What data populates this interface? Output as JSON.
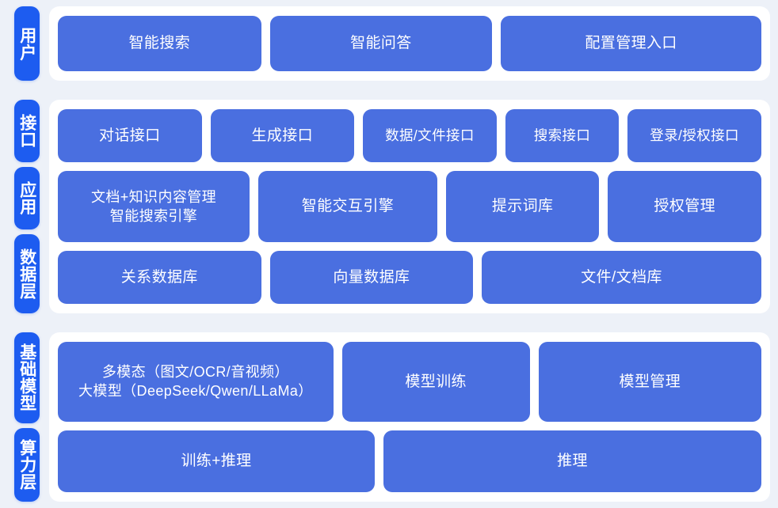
{
  "theme": {
    "background": "#edf1f8",
    "panel_background": "#ffffff",
    "rail_pill_color": "#1d5cf0",
    "box_color": "#4a6fe0",
    "text_color": "#ffffff"
  },
  "sections": [
    {
      "id": "user-section",
      "rails": [
        {
          "id": "rail-user",
          "label": "用户"
        }
      ],
      "rows": [
        {
          "id": "user-row",
          "boxes": [
            {
              "id": "box-smart-search",
              "label": "智能搜索"
            },
            {
              "id": "box-smart-qa",
              "label": "智能问答"
            },
            {
              "id": "box-config-admin-entry",
              "label": "配置管理入口"
            }
          ]
        }
      ]
    },
    {
      "id": "platform-section",
      "rails": [
        {
          "id": "rail-interface",
          "label": "接口"
        },
        {
          "id": "rail-application",
          "label": "应用"
        },
        {
          "id": "rail-data-layer",
          "label": "数据层"
        }
      ],
      "rows": [
        {
          "id": "interface-row",
          "boxes": [
            {
              "id": "box-dialog-api",
              "label": "对话接口"
            },
            {
              "id": "box-generation-api",
              "label": "生成接口"
            },
            {
              "id": "box-data-file-api",
              "label": "数据/文件接口"
            },
            {
              "id": "box-search-api",
              "label": "搜索接口"
            },
            {
              "id": "box-login-auth-api",
              "label": "登录/授权接口"
            }
          ]
        },
        {
          "id": "application-row",
          "boxes": [
            {
              "id": "box-doc-knowledge-mgmt",
              "lines": [
                "文档+知识内容管理",
                "智能搜索引擎"
              ]
            },
            {
              "id": "box-interaction-engine",
              "label": "智能交互引擎"
            },
            {
              "id": "box-prompt-library",
              "label": "提示词库"
            },
            {
              "id": "box-auth-management",
              "label": "授权管理"
            }
          ]
        },
        {
          "id": "data-layer-row",
          "boxes": [
            {
              "id": "box-relational-db",
              "label": "关系数据库"
            },
            {
              "id": "box-vector-db",
              "label": "向量数据库"
            },
            {
              "id": "box-file-doc-store",
              "label": "文件/文档库"
            }
          ]
        }
      ]
    },
    {
      "id": "infrastructure-section",
      "rails": [
        {
          "id": "rail-foundation-model",
          "label": "基础模型"
        },
        {
          "id": "rail-compute-layer",
          "label": "算力层"
        }
      ],
      "rows": [
        {
          "id": "foundation-model-row",
          "boxes": [
            {
              "id": "box-multimodal-llm",
              "lines": [
                "多模态（图文/OCR/音视频）",
                "大模型（DeepSeek/Qwen/LLaMa）"
              ]
            },
            {
              "id": "box-model-training",
              "label": "模型训练"
            },
            {
              "id": "box-model-management",
              "label": "模型管理"
            }
          ]
        },
        {
          "id": "compute-layer-row",
          "boxes": [
            {
              "id": "box-train-and-infer",
              "label": "训练+推理"
            },
            {
              "id": "box-inference",
              "label": "推理"
            }
          ]
        }
      ]
    }
  ]
}
